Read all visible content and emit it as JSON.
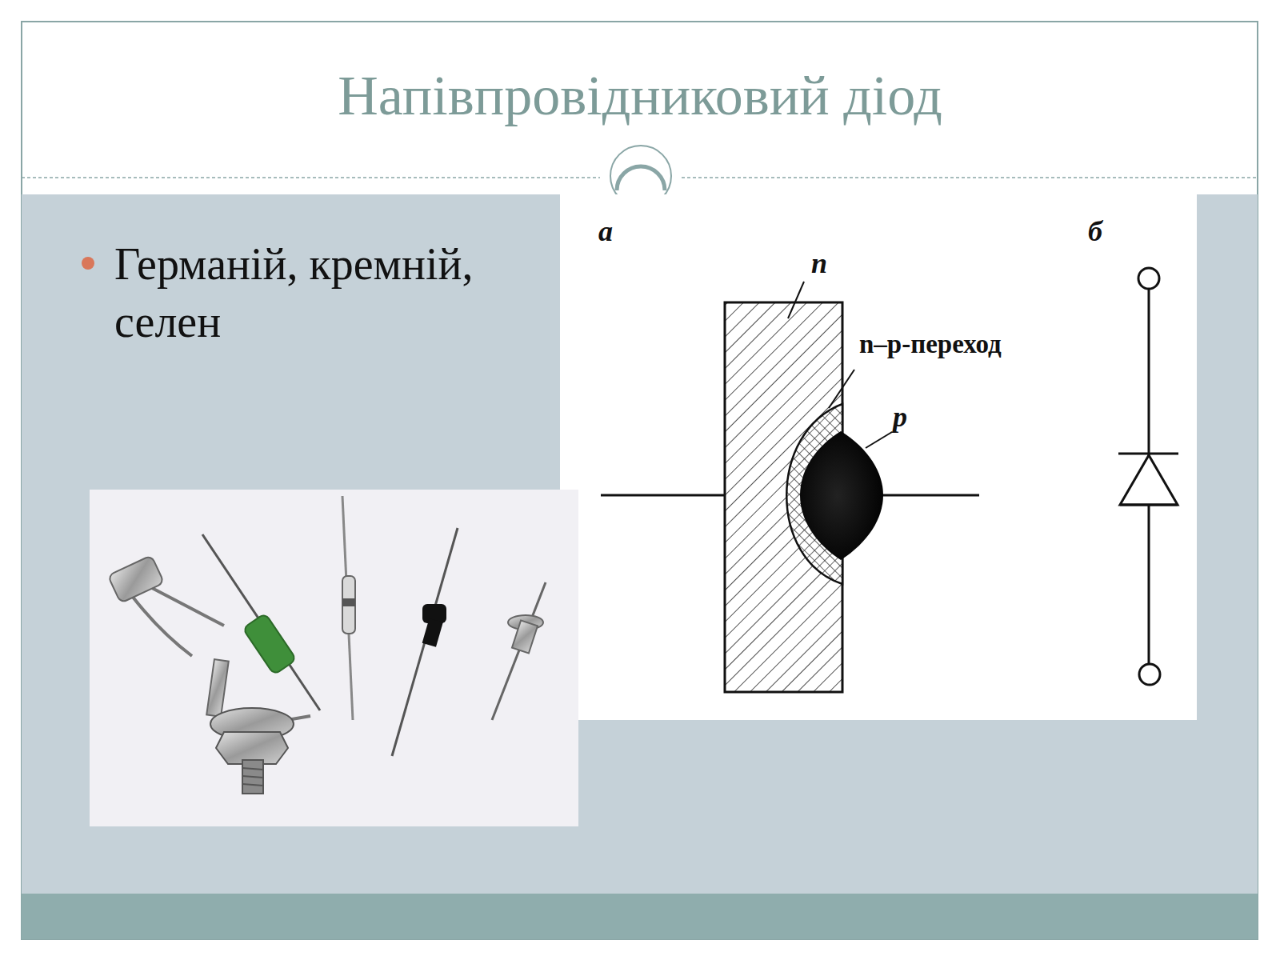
{
  "diagram": {
    "title": "Напівпровідниковий діод",
    "labels": [
      "Германій, кремній, селен",
      "а",
      "n",
      "n–p-переход",
      "p",
      "б"
    ]
  }
}
